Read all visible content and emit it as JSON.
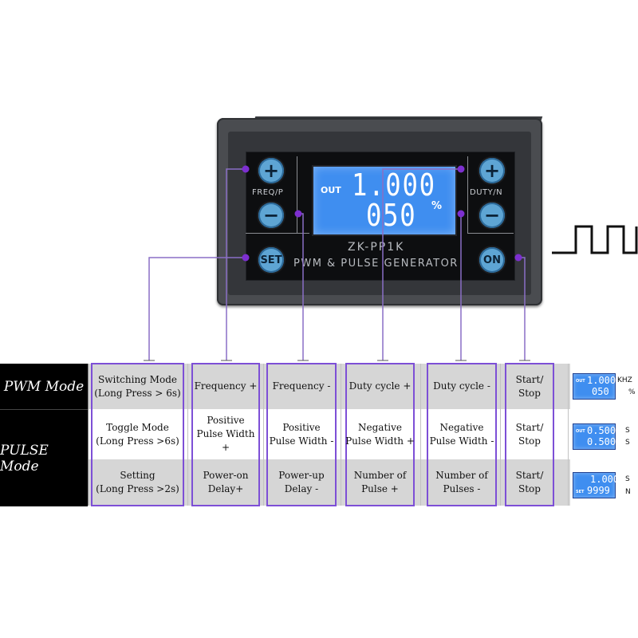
{
  "device": {
    "model": "ZK-PP1K",
    "subtitle": "PWM & PULSE GENERATOR",
    "left_label": "FREQ/P",
    "right_label": "DUTY/N",
    "buttons": {
      "freq_plus": "+",
      "freq_minus": "−",
      "duty_plus": "+",
      "duty_minus": "−",
      "set": "SET",
      "on": "ON"
    },
    "lcd": {
      "out_label": "OUT",
      "line1": "1.000",
      "line2": "050",
      "unit2": "%"
    }
  },
  "table": {
    "modes": [
      "PWM Mode",
      "PULSE Mode"
    ],
    "columns": [
      {
        "pwm": "Switching Mode\n(Long Press > 6s)",
        "pulse_toggle": "Toggle Mode\n(Long Press >6s)",
        "pulse_setting": "Setting\n(Long Press >2s)"
      },
      {
        "pwm": "Frequency +",
        "pulse_toggle": "Positive\nPulse Width +",
        "pulse_setting": "Power-on\nDelay+"
      },
      {
        "pwm": "Frequency -",
        "pulse_toggle": "Positive\nPulse Width -",
        "pulse_setting": "Power-up\nDelay -"
      },
      {
        "pwm": "Duty cycle +",
        "pulse_toggle": "Negative\nPulse Width +",
        "pulse_setting": "Number of\nPulse +"
      },
      {
        "pwm": "Duty cycle -",
        "pulse_toggle": "Negative\nPulse Width -",
        "pulse_setting": "Number of\nPulses -"
      },
      {
        "pwm": "Start/\nStop",
        "pulse_toggle": "Start/\nStop",
        "pulse_setting": "Start/\nStop"
      }
    ]
  },
  "mini_displays": [
    {
      "tag": "OUT",
      "line1": "1.000",
      "line2": "050",
      "unit1": "KHZ",
      "unit2": "%"
    },
    {
      "tag": "OUT",
      "line1": "0.500",
      "line2": "0.500",
      "unit1": "S",
      "unit2": "S"
    },
    {
      "tag": "SET",
      "line1": "1.000",
      "line2": "9999",
      "unit1": "S",
      "unit2": "N"
    }
  ],
  "colors": {
    "accent_purple": "#7d4fd6",
    "lcd_blue": "#3f8ef0",
    "button_blue": "#5ea5d4",
    "device_gray": "#4a4c50",
    "header_black": "#000000"
  }
}
